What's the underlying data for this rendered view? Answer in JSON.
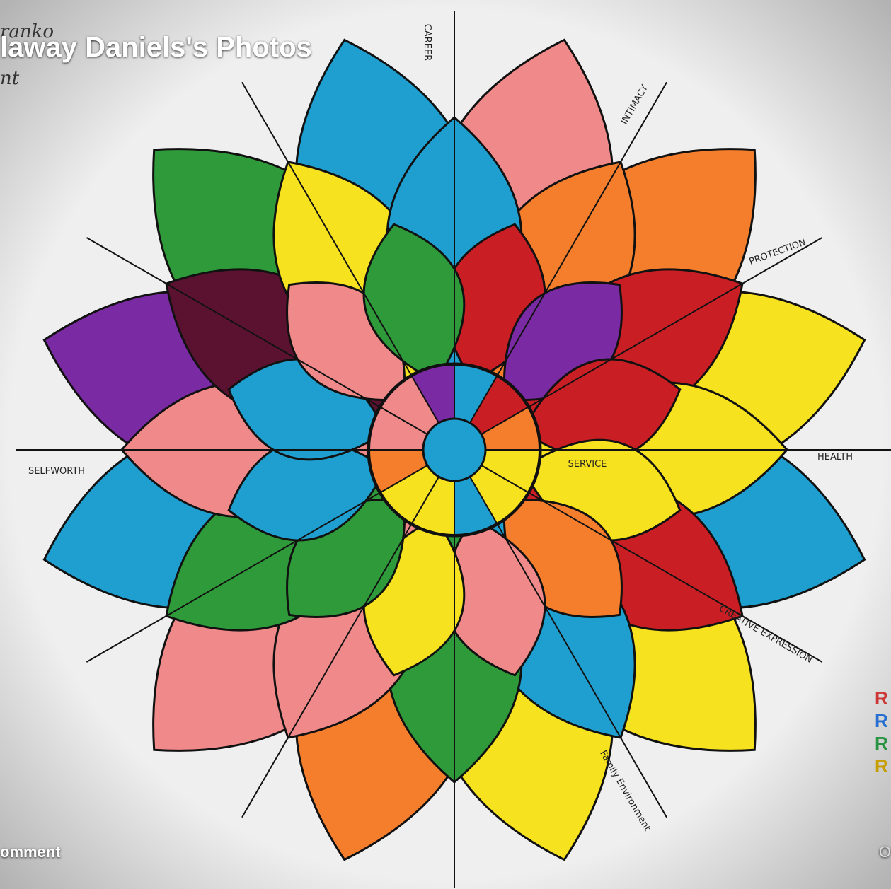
{
  "header": {
    "author_fragment": "ranko",
    "album_title": "laway Daniels's Photos",
    "subline_fragment": "nt"
  },
  "footer": {
    "comment_label": "omment",
    "options_label": "O"
  },
  "mandala": {
    "center_spokes": [
      "CAREER",
      "INTIMACY",
      "PROTECTION",
      "HEALTH",
      "CREATIVE EXPRESSION",
      "Family Environment",
      "SELFWORTH"
    ],
    "inner_labels": [
      "SERVICE"
    ],
    "key_letters": [
      {
        "text": "R",
        "color": "#e23b3b"
      },
      {
        "text": "R",
        "color": "#2b7de9"
      },
      {
        "text": "R",
        "color": "#2ea84a"
      },
      {
        "text": "R",
        "color": "#e8b800"
      }
    ]
  },
  "colors": {
    "pink": "#f08a8a",
    "blue": "#1f9fd0",
    "green": "#2f9a3a",
    "orange": "#f57e2d",
    "red": "#c81e24",
    "yellow": "#f6e21e",
    "purple": "#7a2ba3",
    "paper": "#efefef"
  }
}
